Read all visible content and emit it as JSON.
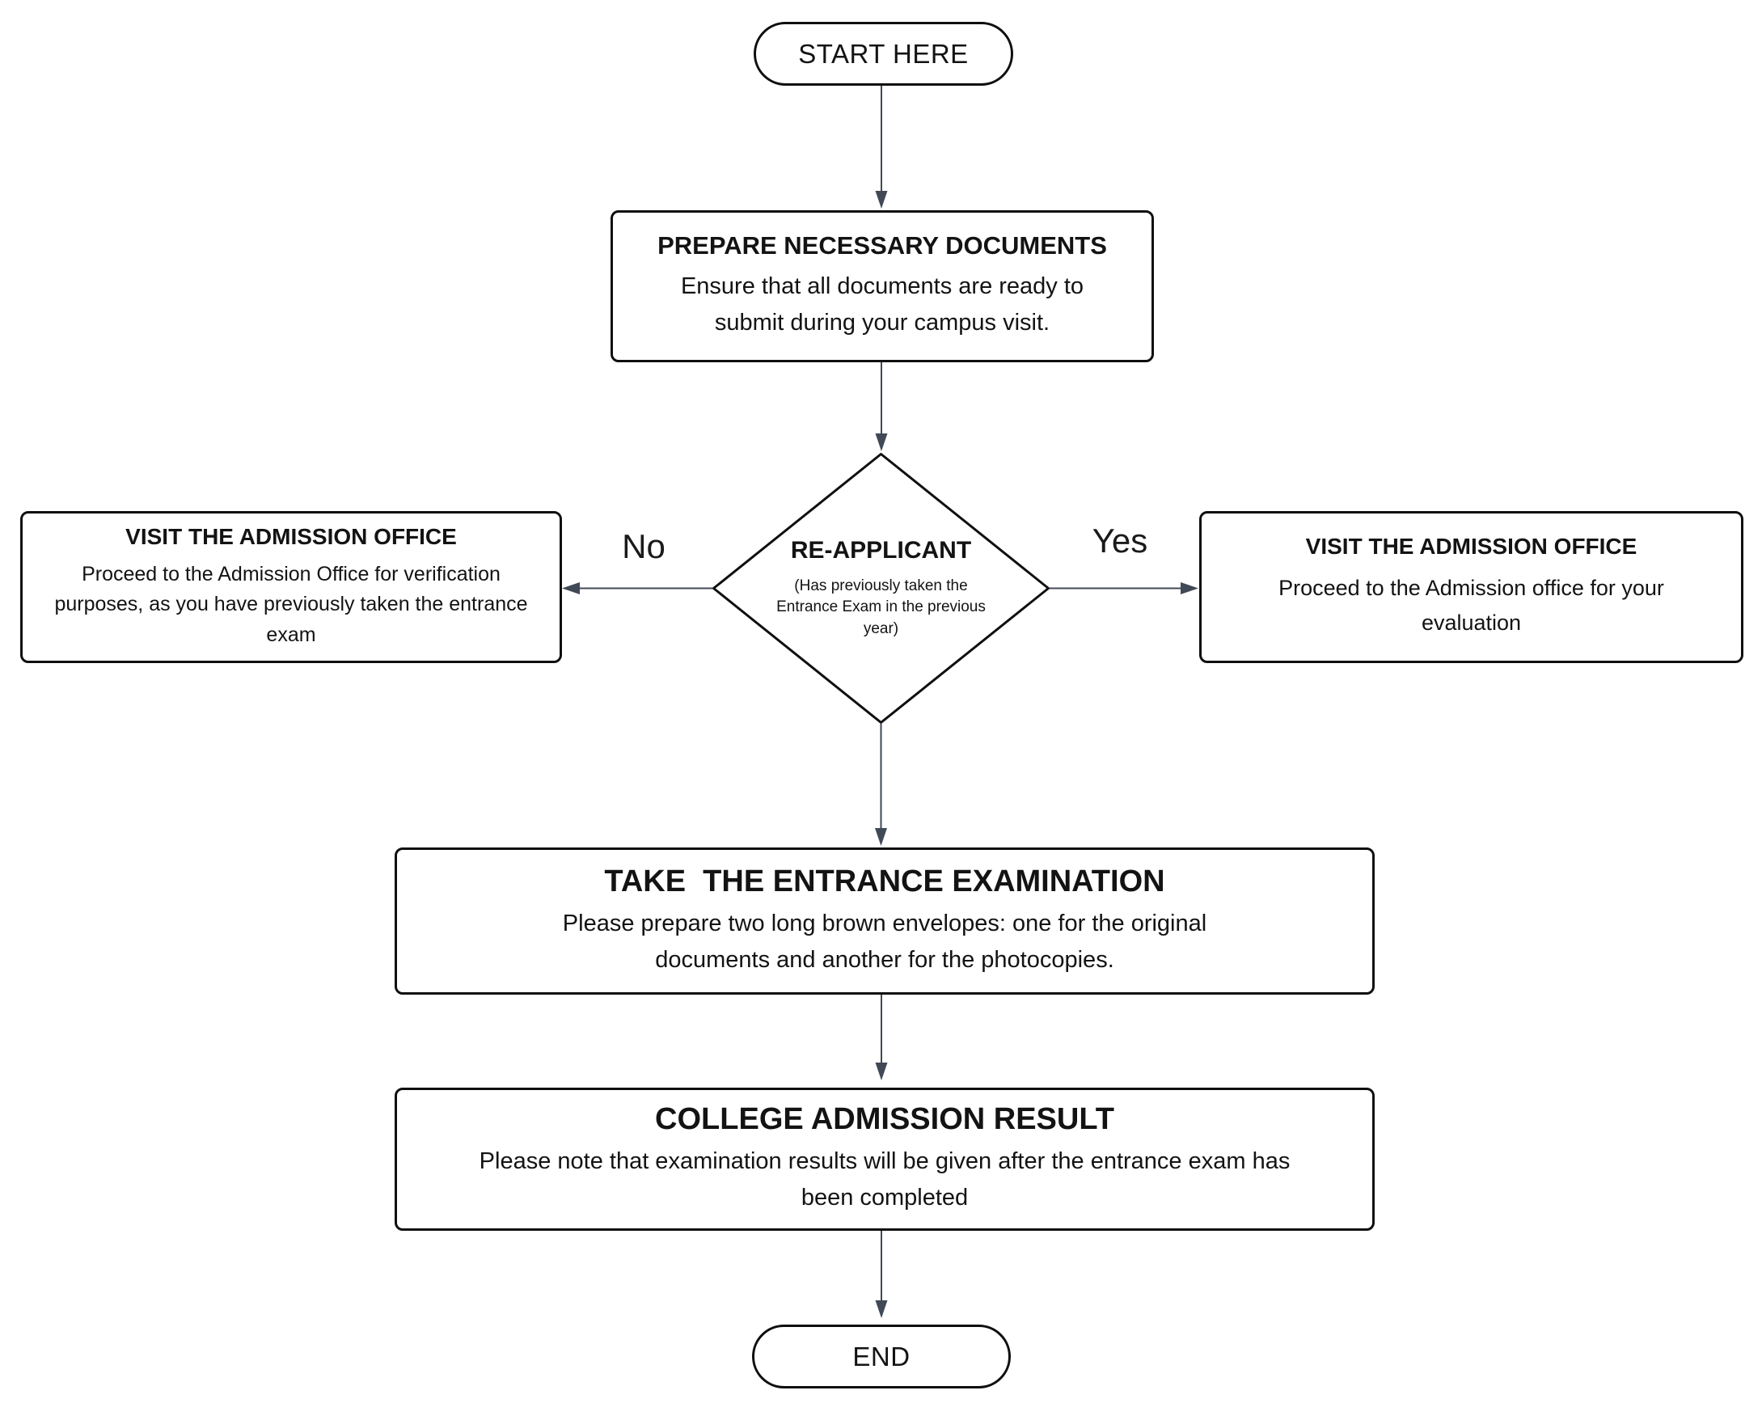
{
  "flowchart": {
    "start": {
      "label": "START HERE"
    },
    "prepare": {
      "title": "PREPARE NECESSARY DOCUMENTS",
      "body": "Ensure that all documents are ready to submit during your campus visit."
    },
    "decision": {
      "title": "RE-APPLICANT",
      "subtitle": "(Has previously taken the Entrance Exam in the previous year)"
    },
    "no_branch": {
      "label": "No",
      "title": "VISIT THE ADMISSION OFFICE",
      "body": "Proceed to the Admission Office for verification purposes, as you have previously taken the entrance exam"
    },
    "yes_branch": {
      "label": "Yes",
      "title": "VISIT THE ADMISSION OFFICE",
      "body": "Proceed to the Admission office for your evaluation"
    },
    "exam": {
      "title": "TAKE  THE ENTRANCE EXAMINATION",
      "body": "Please prepare two long brown envelopes: one for the original documents and another for the photocopies."
    },
    "result": {
      "title": "COLLEGE ADMISSION RESULT",
      "body": "Please note that examination results will be given after the entrance exam has been completed"
    },
    "end": {
      "label": "END"
    },
    "colors": {
      "border": "#0f0f0f",
      "arrow": "#414957",
      "text": "#131313",
      "background": "#ffffff"
    }
  }
}
